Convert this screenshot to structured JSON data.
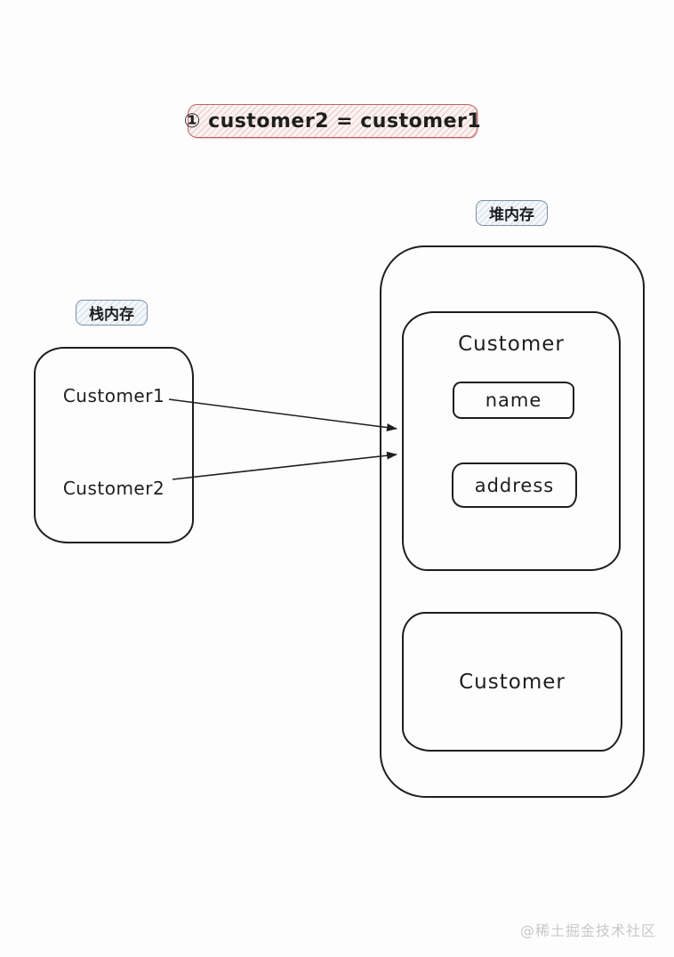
{
  "title_badge": "① customer2 = customer1",
  "heap_label": "堆内存",
  "stack_label": "栈内存",
  "stack": {
    "var1": "Customer1",
    "var2": "Customer2"
  },
  "heap": {
    "object1": {
      "title": "Customer",
      "field1": "name",
      "field2": "address"
    },
    "object2": {
      "title": "Customer"
    }
  },
  "watermark": "@稀土掘金技术社区",
  "colors": {
    "badge_border": "#bd6360",
    "badge_fill": "#fbf3f2",
    "badge_hatch": "#e9c5c3",
    "label_border": "#7e8fa2",
    "label_fill": "#f5f8fb",
    "label_hatch": "#cfdde9",
    "stroke": "#1e1e1e",
    "watermark": "#c8c8c8",
    "canvas_bg": "#fdfdfd"
  }
}
